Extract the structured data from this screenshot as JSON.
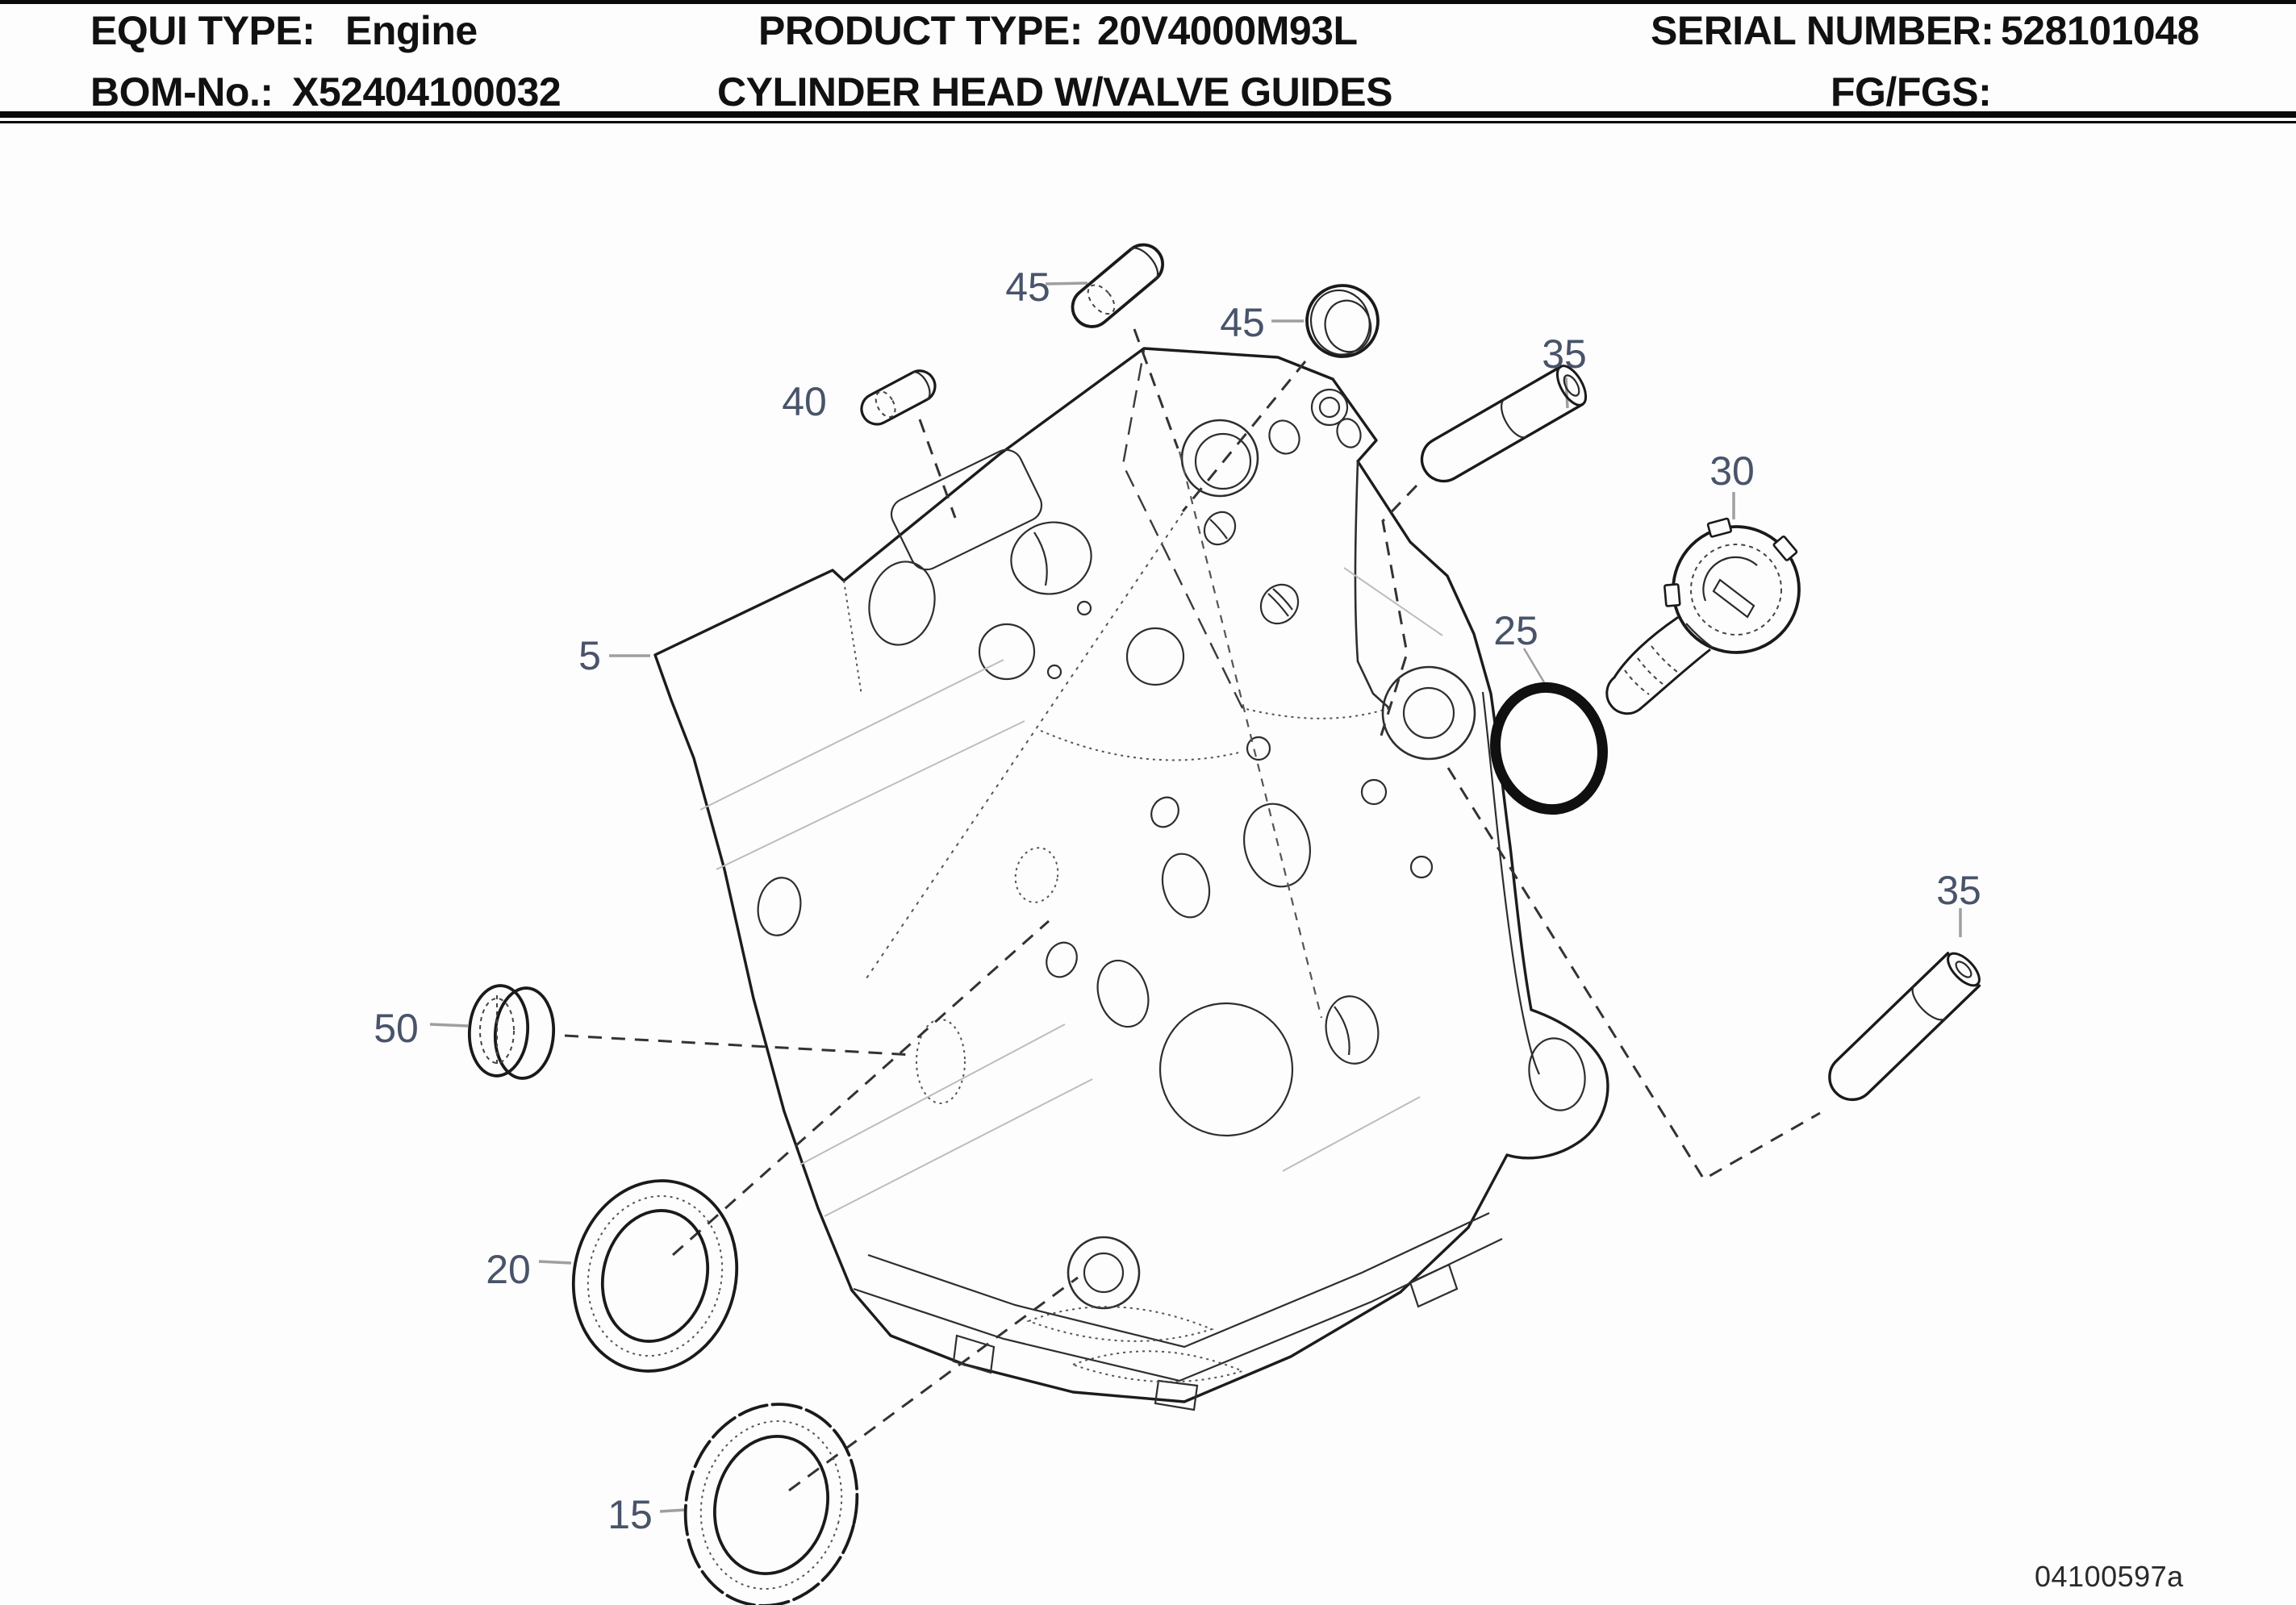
{
  "header": {
    "equi": {
      "label": "EQUI TYPE:",
      "value": "Engine"
    },
    "product": {
      "label": "PRODUCT TYPE:",
      "value": "20V4000M93L"
    },
    "serial": {
      "label": "SERIAL NUMBER:",
      "value": "528101048"
    },
    "bom": {
      "label": "BOM-No.:",
      "value": "X52404100032"
    },
    "title": "CYLINDER HEAD W/VALVE GUIDES",
    "fg": {
      "label": "FG/FGS:",
      "value": ""
    }
  },
  "diagram": {
    "drawing_number": "04100597a",
    "callouts": [
      {
        "label": "45",
        "part": "sealing-plug"
      },
      {
        "label": "45",
        "part": "cup-plug"
      },
      {
        "label": "35",
        "part": "valve-guide-upper"
      },
      {
        "label": "40",
        "part": "sealing-plug-small"
      },
      {
        "label": "30",
        "part": "screw-plug"
      },
      {
        "label": "25",
        "part": "o-ring"
      },
      {
        "label": "5",
        "part": "cylinder-head"
      },
      {
        "label": "35",
        "part": "valve-guide-lower"
      },
      {
        "label": "50",
        "part": "cover-plug"
      },
      {
        "label": "20",
        "part": "sealing-ring-small"
      },
      {
        "label": "15",
        "part": "sealing-ring-large"
      }
    ],
    "colors": {
      "callout": "#49536a",
      "line": "#1c1c1c",
      "leader": "#9f9f9f",
      "o_ring": "#101010"
    }
  }
}
